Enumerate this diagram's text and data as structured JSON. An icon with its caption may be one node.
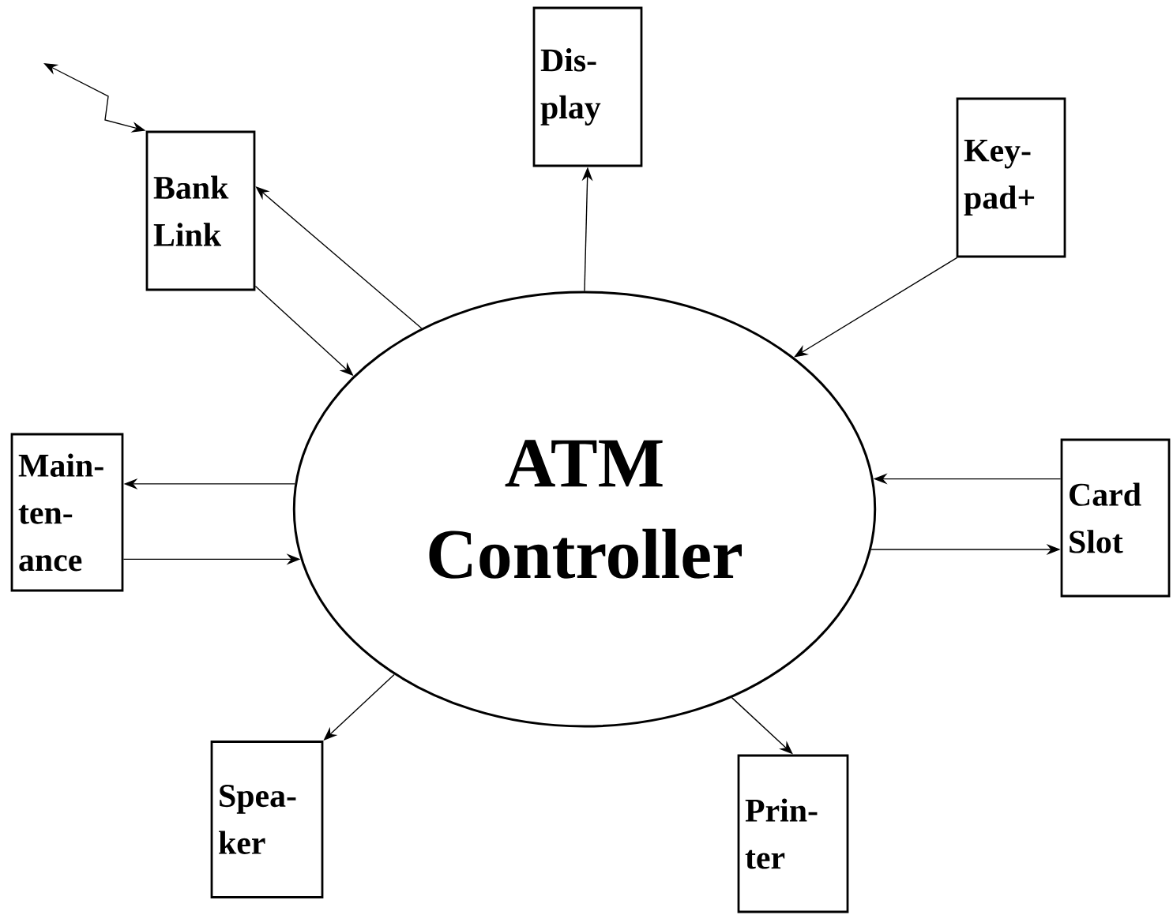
{
  "diagram": {
    "nodes": [
      {
        "text": [
          "ATM Controller"
        ]
      },
      {
        "text": [
          "Dis- play"
        ]
      },
      {
        "text": [
          "Bank Link"
        ]
      },
      {
        "text": [
          "Key- pad+"
        ]
      },
      {
        "text": [
          "Main- ten- ance"
        ]
      },
      {
        "text": [
          "Card Slot"
        ]
      },
      {
        "text": [
          "Spea- ker"
        ]
      },
      {
        "text": [
          "Prin- ter"
        ]
      }
    ],
    "edges": [
      {
        "from": null,
        "to": 2,
        "arrow": "both"
      },
      {
        "from": 0,
        "to": 1,
        "arrow": "to"
      },
      {
        "from": 0,
        "to": 2,
        "arrow": "to"
      },
      {
        "from": 2,
        "to": 0,
        "arrow": "to"
      },
      {
        "from": 3,
        "to": 0,
        "arrow": "to"
      },
      {
        "from": 0,
        "to": 4,
        "arrow": "to"
      },
      {
        "from": 4,
        "to": 0,
        "arrow": "to"
      },
      {
        "from": 5,
        "to": 0,
        "arrow": "to"
      },
      {
        "from": 0,
        "to": 5,
        "arrow": "to"
      },
      {
        "from": 0,
        "to": 6,
        "arrow": "to"
      },
      {
        "from": 0,
        "to": 7,
        "arrow": "to"
      }
    ]
  }
}
